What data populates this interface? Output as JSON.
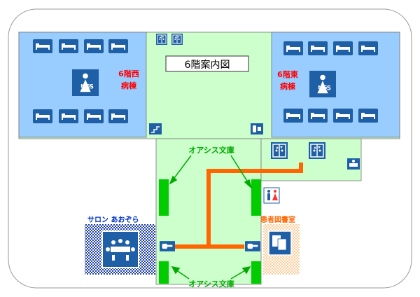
{
  "map": {
    "title": "6階案内図",
    "west_ward": {
      "line1": "6階西",
      "line2": "病棟",
      "nurse_station": "N/S"
    },
    "east_ward": {
      "line1": "6階東",
      "line2": "病棟",
      "nurse_station": "N/S"
    },
    "oasis_top": "オアシス文庫",
    "oasis_bottom": "オアシス文庫",
    "salon": "サロン あおぞら",
    "patient_library": "患者図書室",
    "colors": {
      "ward": "#99ccff",
      "corridor": "#ccffcc",
      "oasis_marker": "#00cc00",
      "route": "#ff6600",
      "icon_blue": "#1f5fa6",
      "ward_label": "#ff0000",
      "oasis_label": "#00aa00",
      "salon_label": "#0033cc",
      "library_label": "#ff6600"
    },
    "icons": [
      "bed-icon",
      "nurse-station-icon",
      "elevator-icon",
      "escalator-icon",
      "phone-icon",
      "toilet-icon",
      "washroom-icon",
      "pointing-hand-icon",
      "meeting-icon",
      "books-icon"
    ]
  }
}
